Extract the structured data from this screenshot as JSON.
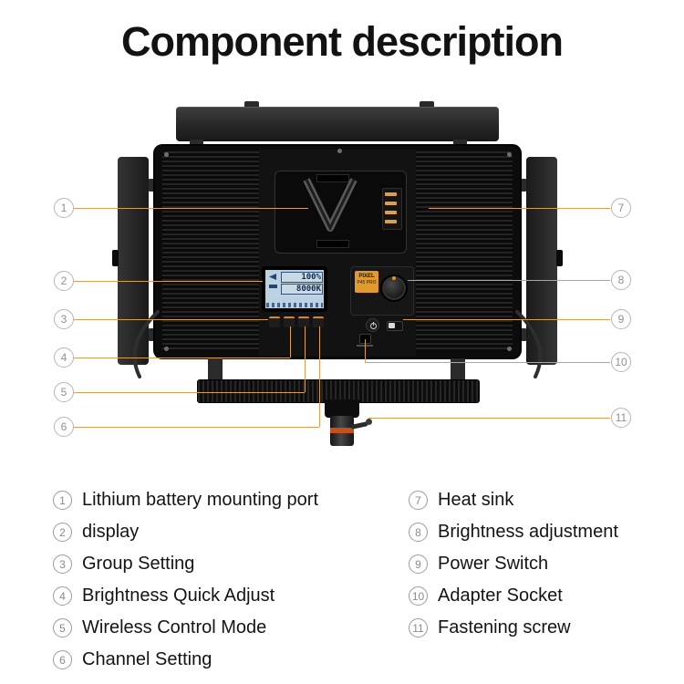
{
  "title": "Component description",
  "device": {
    "lcd": {
      "brightness": "100%",
      "color_temp": "8000K"
    },
    "label": {
      "brand": "PIXEL",
      "model": "P45 PRO"
    }
  },
  "legend": {
    "left": [
      {
        "num": "1",
        "label": "Lithium battery mounting port"
      },
      {
        "num": "2",
        "label": "display"
      },
      {
        "num": "3",
        "label": "Group Setting"
      },
      {
        "num": "4",
        "label": "Brightness Quick Adjust"
      },
      {
        "num": "5",
        "label": "Wireless Control Mode"
      },
      {
        "num": "6",
        "label": "Channel Setting"
      }
    ],
    "right": [
      {
        "num": "7",
        "label": "Heat sink"
      },
      {
        "num": "8",
        "label": "Brightness adjustment"
      },
      {
        "num": "9",
        "label": "Power Switch"
      },
      {
        "num": "10",
        "label": "Adapter Socket"
      },
      {
        "num": "11",
        "label": "Fastening screw"
      }
    ]
  },
  "colors": {
    "callout_line": "#d79f55",
    "label_orange": "#e09a2d",
    "contact_gold": "#d8a24a",
    "screw_ring": "#c2511c",
    "panel_black": "#0c0c0c"
  }
}
